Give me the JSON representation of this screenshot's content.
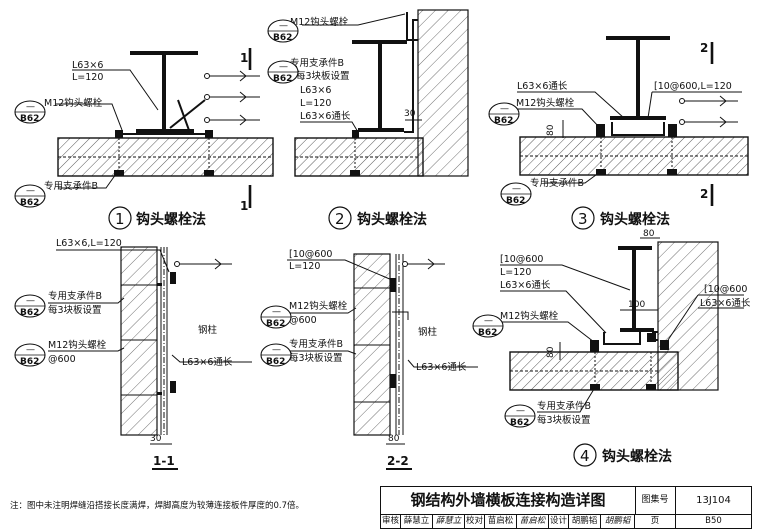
{
  "labels": {
    "l63_6": "L63×6",
    "l120": "L=120",
    "m12_hook": "M12钩头螺栓",
    "special_support_b": "专用支承件B",
    "every3": "每3块板设置",
    "l63_6_long": "L63×6通长",
    "l63_6_120": "L63×6,L=120",
    "c10_600_120": "[10@600,L=120",
    "c10_600": "[10@600",
    "at600": "@600",
    "steel_column": "钢柱",
    "c10_600_short": "[10@600"
  },
  "ref": {
    "top": "—",
    "bottom": "B62"
  },
  "sections": {
    "s1": "1",
    "s2": "2",
    "sec11": "1-1",
    "sec22": "2-2"
  },
  "captions": {
    "d1_num": "1",
    "d1": "钩头螺栓法",
    "d2_num": "2",
    "d2": "钩头螺栓法",
    "d3_num": "3",
    "d3": "钩头螺栓法",
    "d4_num": "4",
    "d4": "钩头螺栓法"
  },
  "dims": {
    "d30": "30",
    "d80": "80",
    "d100": "100"
  },
  "note": "注：图中未注明焊缝沿搭接长度满焊，焊脚高度为较薄连接板件厚度的0.7倍。",
  "title_block": {
    "title": "钢结构外墙横板连接构造详图",
    "atlas_label": "图集号",
    "atlas_no": "13J104",
    "review_label": "审核",
    "reviewer": "薛慧立",
    "reviewer_sig": "薛慧立",
    "check_label": "校对",
    "checker": "苗启松",
    "checker_sig": "苗启松",
    "design_label": "设计",
    "designer": "胡鹏韬",
    "designer_sig": "胡鹏韬",
    "page_label": "页",
    "page_no": "B50"
  }
}
